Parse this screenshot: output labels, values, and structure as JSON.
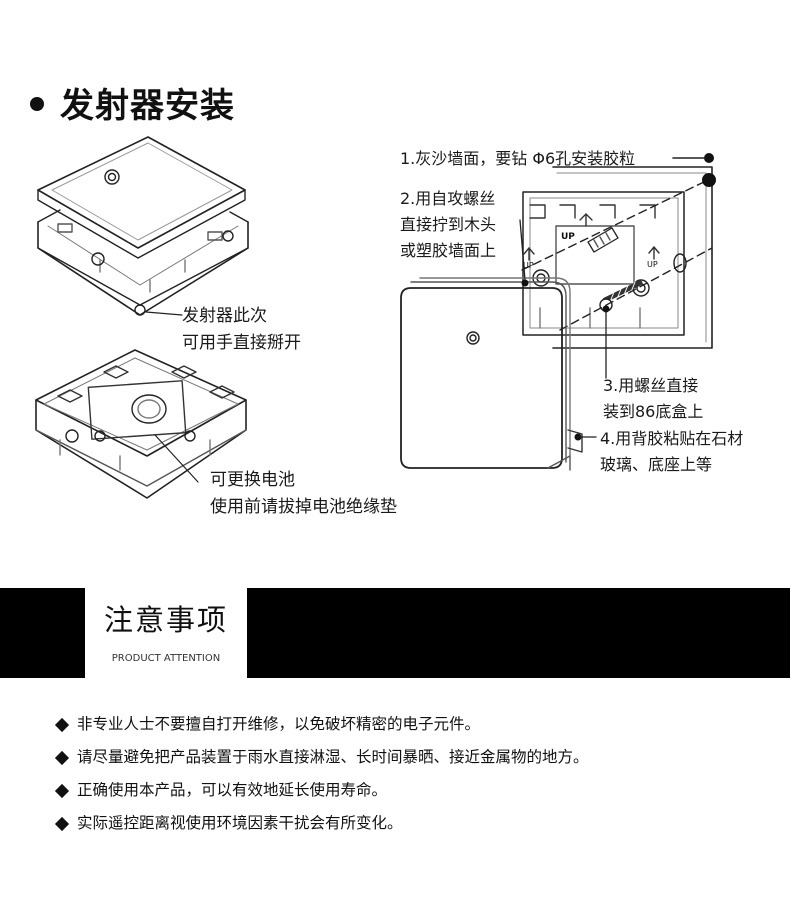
{
  "install_section": {
    "title": "发射器安装",
    "left_labels": {
      "open_case": [
        "发射器此次",
        "可用手直接掰开"
      ],
      "battery": [
        "可更换电池",
        "使用前请拔掉电池绝缘垫"
      ]
    },
    "right_labels": {
      "step1": "1.灰沙墙面，要钻 Φ6孔安装胶粒",
      "step2": [
        "2.用自攻螺丝",
        "直接拧到木头",
        "或塑胶墙面上"
      ],
      "step3": [
        "3.用螺丝直接",
        "装到86底盒上"
      ],
      "step4": [
        "4.用背胶粘贴在石材",
        "玻璃、底座上等"
      ]
    },
    "plate_markings": {
      "up_center": "UP",
      "up_left": "UP",
      "up_right": "UP"
    }
  },
  "attention_section": {
    "title": "注意事项",
    "subtitle": "PRODUCT ATTENTION",
    "items": [
      "非专业人士不要擅自打开维修，以免破坏精密的电子元件。",
      "请尽量避免把产品装置于雨水直接淋湿、长时间暴晒、接近金属物的地方。",
      "正确使用本产品，可以有效地延长使用寿命。",
      "实际遥控距离视使用环境因素干扰会有所变化。"
    ]
  },
  "colors": {
    "ink": "#111111",
    "banner": "#000000",
    "background": "#ffffff"
  }
}
